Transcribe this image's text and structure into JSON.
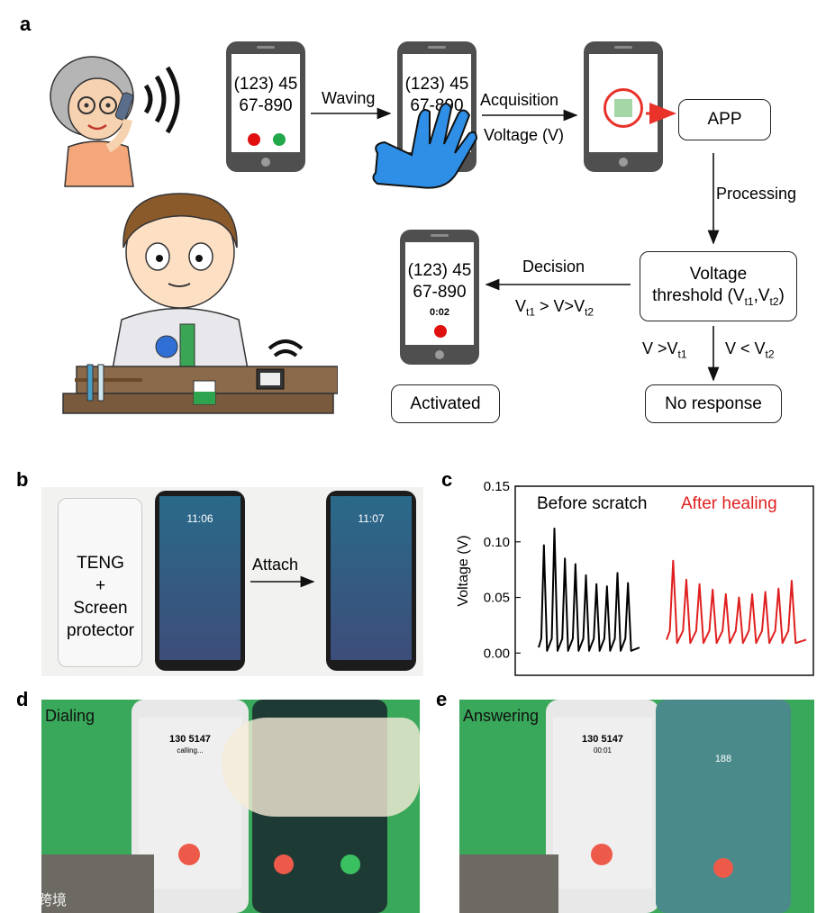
{
  "panels": {
    "a": "a",
    "b": "b",
    "c": "c",
    "d": "d",
    "e": "e"
  },
  "panel_a": {
    "phone1": {
      "line1": "(123) 45",
      "line2": "67-890"
    },
    "phone2": {
      "line1": "(123) 45",
      "line2": "67-890"
    },
    "phone_activated": {
      "line1": "(123) 45",
      "line2": "67-890",
      "timer": "0:02"
    },
    "waving": "Waving",
    "acquisition": "Acquisition",
    "voltage_v": "Voltage (V)",
    "app": "APP",
    "processing": "Processing",
    "voltage_threshold": {
      "line1": "Voltage",
      "line2": "threshold (V",
      "sub1": "t1",
      "sep": ",V",
      "sub2": "t2",
      "end": ")"
    },
    "decision": "Decision",
    "decision_cond": {
      "a": "V",
      "sub1": "t1",
      "b": " > V>V",
      "sub2": "t2"
    },
    "cond_left": {
      "a": "V >V",
      "sub": "t1"
    },
    "cond_right": {
      "a": "V < V",
      "sub": "t2"
    },
    "activated": "Activated",
    "no_response": "No response",
    "colors": {
      "red": "#e01010",
      "green": "#22a84a",
      "glove": "#2f8fe6",
      "arrow_red": "#e8322a",
      "app_green": "#a5d6a7"
    }
  },
  "panel_b": {
    "teng": "TENG",
    "plus": "+",
    "screen": "Screen",
    "protector": "protector",
    "attach": "Attach",
    "time1": "11:06",
    "time2": "11:07"
  },
  "panel_c": {
    "chart_data": {
      "type": "line",
      "ylabel": "Voltage (V)",
      "ylim": [
        -0.02,
        0.15
      ],
      "yticks": [
        "0.00",
        "0.05",
        "0.10",
        "0.15"
      ],
      "ytick_values": [
        0.0,
        0.05,
        0.1,
        0.15
      ],
      "series": [
        {
          "name": "Before scratch",
          "color": "#000000",
          "peaks": [
            0.097,
            0.112,
            0.085,
            0.08,
            0.07,
            0.062,
            0.06,
            0.072,
            0.063
          ]
        },
        {
          "name": "After healing",
          "color": "#e02020",
          "peaks": [
            0.083,
            0.066,
            0.062,
            0.057,
            0.053,
            0.05,
            0.053,
            0.055,
            0.058,
            0.065
          ]
        }
      ]
    }
  },
  "panel_d": {
    "label": "Dialing",
    "number": "130 5147",
    "status": "calling..."
  },
  "panel_e": {
    "label": "Answering",
    "number": "130 5147",
    "timer": "00:01",
    "number2": "188"
  },
  "watermark": "大數跨境"
}
